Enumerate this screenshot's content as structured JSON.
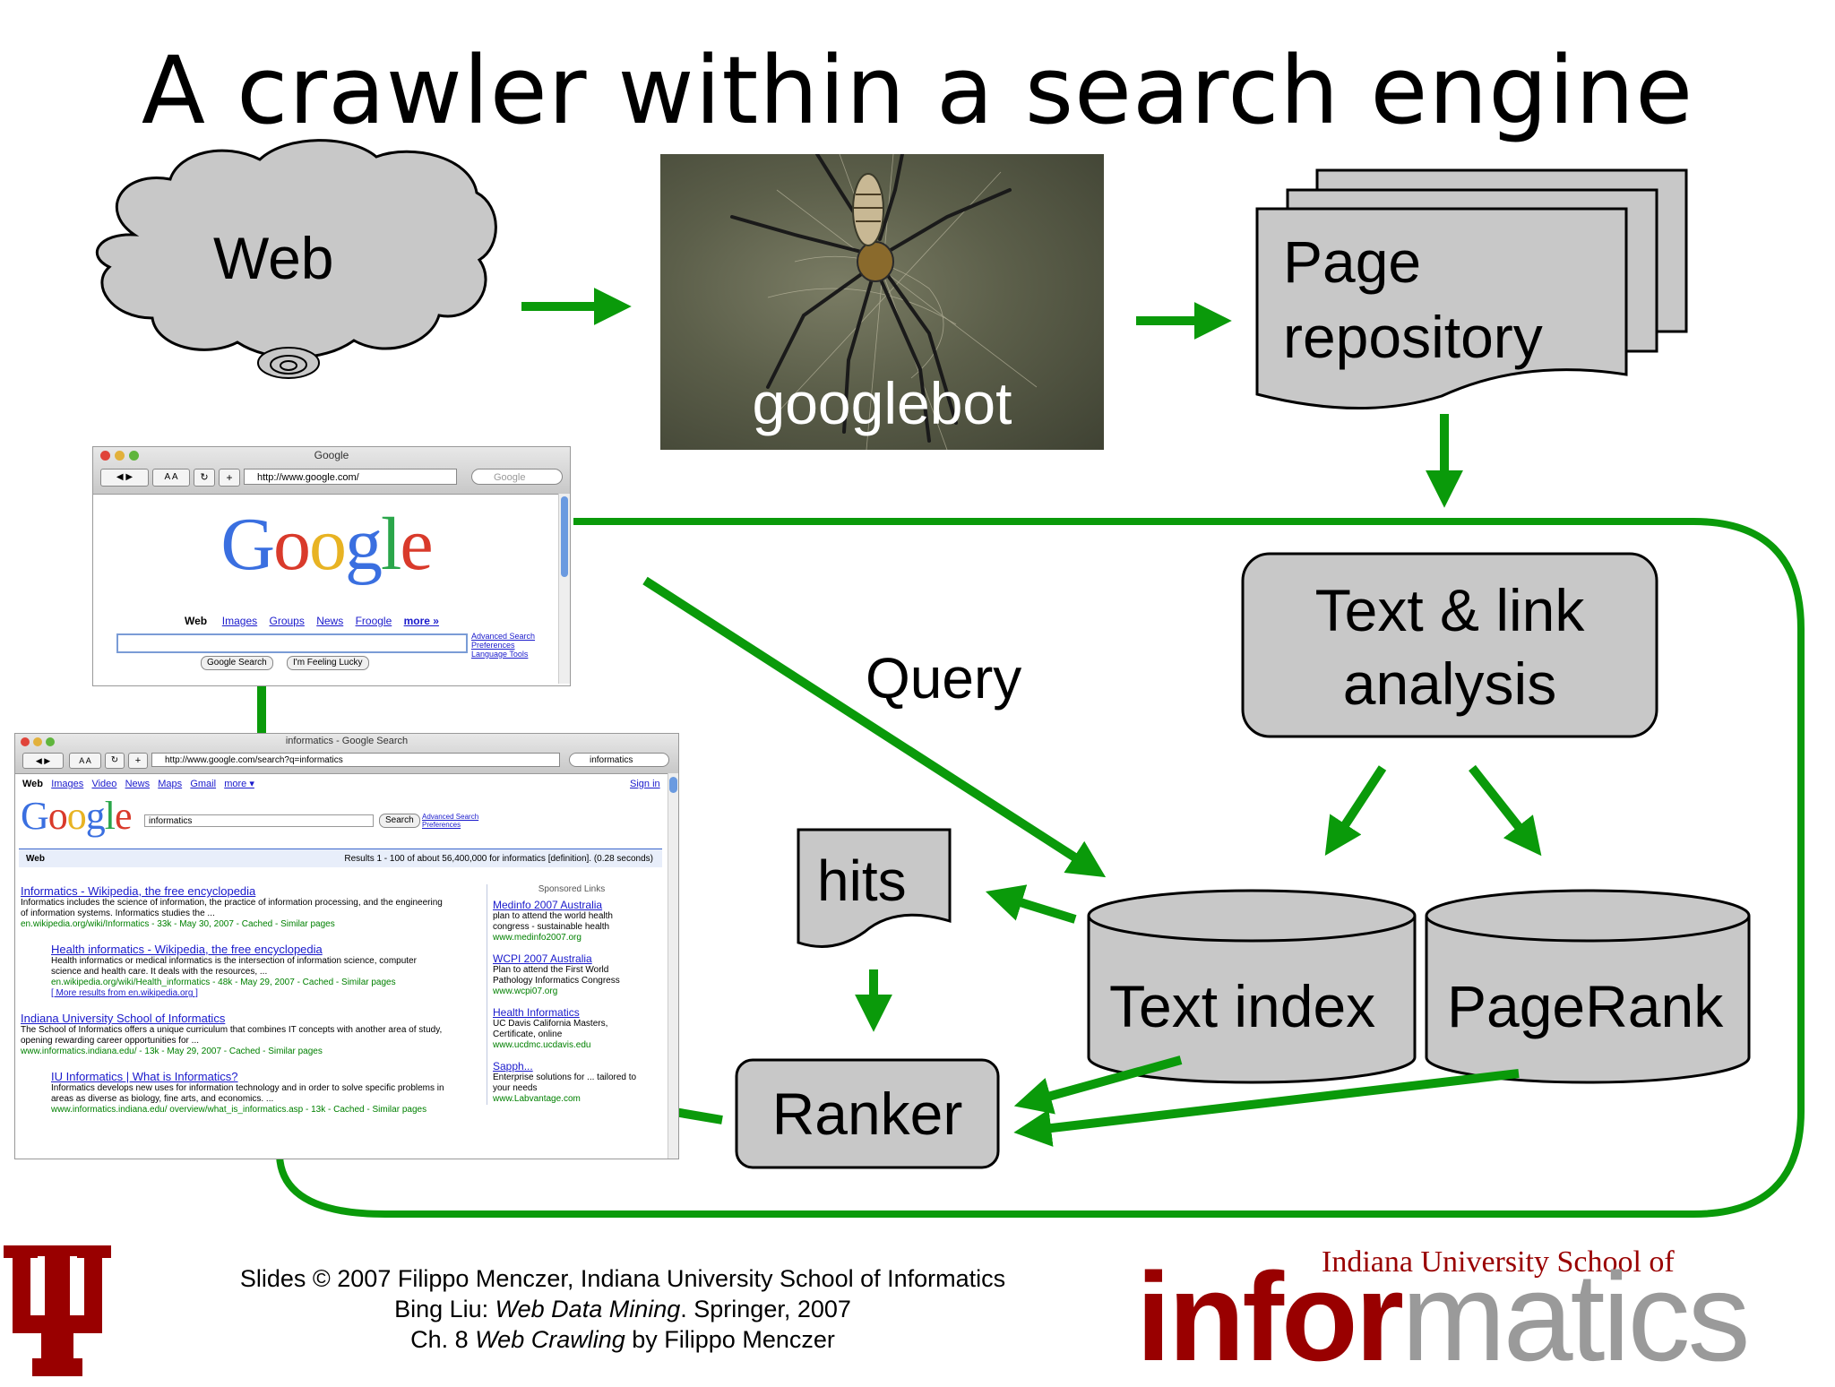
{
  "title": "A crawler within a search engine",
  "nodes": {
    "web": "Web",
    "googlebot": "googlebot",
    "page_repository": [
      "Page",
      "repository"
    ],
    "text_link_analysis": [
      "Text & link",
      "analysis"
    ],
    "query": "Query",
    "hits": "hits",
    "text_index": "Text index",
    "pagerank": "PageRank",
    "ranker": "Ranker"
  },
  "browser_home": {
    "window_title": "Google",
    "url": "http://www.google.com/",
    "search_box": "Google",
    "logo": "Google",
    "nav": [
      "Web",
      "Images",
      "Groups",
      "News",
      "Froogle",
      "more »"
    ],
    "side_links": [
      "Advanced Search",
      "Preferences",
      "Language Tools"
    ],
    "buttons": [
      "Google Search",
      "I'm Feeling Lucky"
    ]
  },
  "browser_results": {
    "window_title": "informatics - Google Search",
    "url": "http://www.google.com/search?q=informatics",
    "search_box": "informatics",
    "nav": [
      "Web",
      "Images",
      "Video",
      "News",
      "Maps",
      "Gmail",
      "more ▾"
    ],
    "sign_in": "Sign in",
    "query": "informatics",
    "search_button": "Search",
    "side_links": [
      "Advanced Search",
      "Preferences"
    ],
    "section": "Web",
    "results_stats": "Results 1 - 100 of about 56,400,000 for informatics [definition]. (0.28 seconds)",
    "sponsored_heading": "Sponsored Links",
    "results": [
      {
        "title": "Informatics - Wikipedia, the free encyclopedia",
        "snippet": "Informatics includes the science of information, the practice of information processing, and the engineering of information systems. Informatics studies the ...",
        "url": "en.wikipedia.org/wiki/Informatics - 33k - May 30, 2007 - Cached - Similar pages"
      },
      {
        "title": "Health informatics - Wikipedia, the free encyclopedia",
        "snippet": "Health informatics or medical informatics is the intersection of information science, computer science and health care. It deals with the resources, ...",
        "url": "en.wikipedia.org/wiki/Health_informatics - 48k - May 29, 2007 - Cached - Similar pages",
        "more": "[ More results from en.wikipedia.org ]"
      },
      {
        "title": "Indiana University School of Informatics",
        "snippet": "The School of Informatics offers a unique curriculum that combines IT concepts with another area of study, opening rewarding career opportunities for ...",
        "url": "www.informatics.indiana.edu/ - 13k - May 29, 2007 - Cached - Similar pages"
      },
      {
        "title": "IU Informatics | What is Informatics?",
        "snippet": "Informatics develops new uses for information technology and in order to solve specific problems in areas as diverse as biology, fine arts, and economics. ...",
        "url": "www.informatics.indiana.edu/ overview/what_is_informatics.asp - 13k - Cached - Similar pages"
      }
    ],
    "ads": [
      {
        "title": "Medinfo 2007 Australia",
        "text": "plan to attend the world health congress - sustainable health",
        "url": "www.medinfo2007.org"
      },
      {
        "title": "WCPI 2007 Australia",
        "text": "Plan to attend the First World Pathology Informatics Congress",
        "url": "www.wcpi07.org"
      },
      {
        "title": "Health Informatics",
        "text": "UC Davis California Masters, Certificate, online",
        "url": "www.ucdmc.ucdavis.edu"
      },
      {
        "title": "Sapph...",
        "text": "Enterprise solutions for ... tailored to your needs",
        "url": "www.Labvantage.com"
      }
    ]
  },
  "footer": {
    "line1": "Slides © 2007 Filippo Menczer, Indiana University School of Informatics",
    "line2_a": "Bing Liu: ",
    "line2_b": "Web Data Mining",
    "line2_c": ". Springer, 2007",
    "line3_a": "Ch. 8 ",
    "line3_b": "Web Crawling",
    "line3_c": " by Filippo Menczer"
  },
  "logos": {
    "school_top": "Indiana University School of",
    "school_main_a": "infor",
    "school_main_b": "matics"
  },
  "colors": {
    "arrow": "#0a9a0a",
    "box_fill": "#c8c8c8",
    "iu_crimson": "#990000",
    "logo_gray": "#9a9a9a"
  }
}
